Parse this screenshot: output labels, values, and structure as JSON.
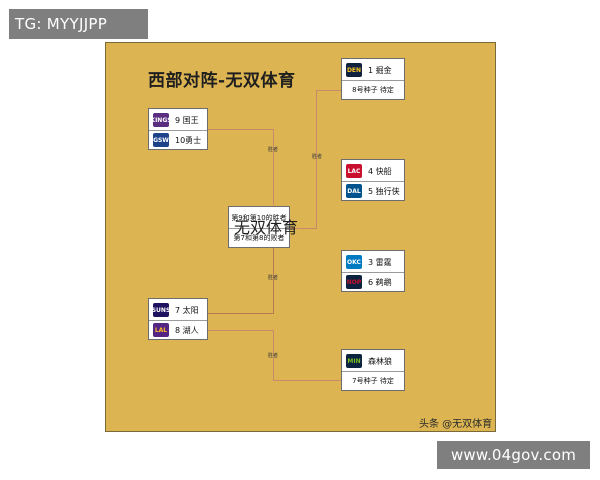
{
  "overlays": {
    "top_left_tag": "TG: MYYJJPP",
    "bottom_right_tag": "www.04gov.com"
  },
  "diagram": {
    "title": "西部对阵-无双体育",
    "watermark": "无双体育",
    "credit": "头条 @无双体育",
    "winner_label": "胜者",
    "teams": {
      "kings": "9 国王",
      "warriors": "10勇士",
      "suns": "7 太阳",
      "lakers": "8 湖人",
      "nuggets": "1 掘金",
      "nuggets_opp": "8号种子 待定",
      "clippers": "4 快船",
      "mavericks": "5 独行侠",
      "thunder": "3 雷霆",
      "pelicans": "6 鹈鹕",
      "timberwolves": "森林狼",
      "timberwolves_opp": "7号种子 待定"
    },
    "center": {
      "top": "第9和第10的胜者",
      "bottom": "第7和第8的败者"
    },
    "logos": {
      "kings": "KINGS",
      "warriors": "GSW",
      "suns": "SUNS",
      "lakers": "LAL",
      "nuggets": "DEN",
      "clippers": "LAC",
      "mavericks": "DAL",
      "thunder": "OKC",
      "pelicans": "NOP",
      "timberwolves": "MIN"
    }
  }
}
